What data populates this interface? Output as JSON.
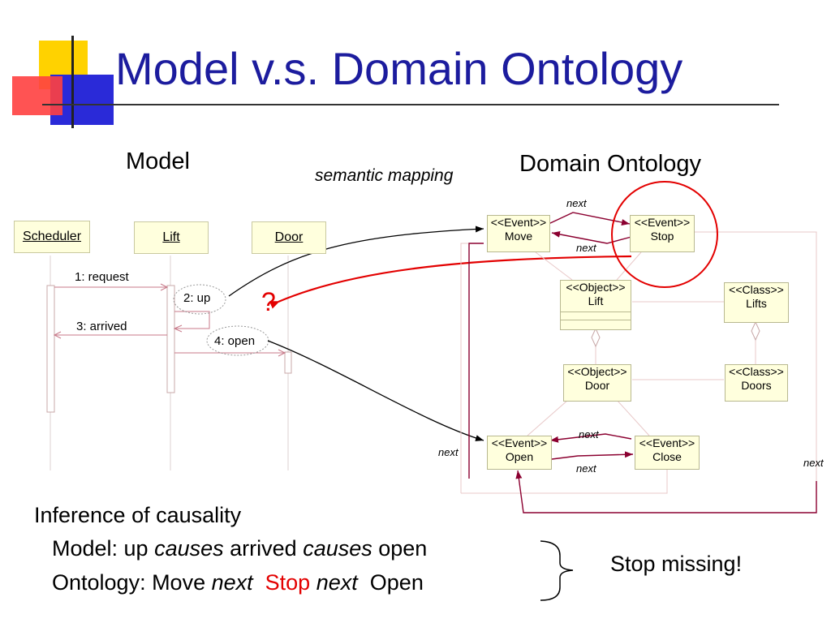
{
  "slide": {
    "title": "Model v.s. Domain Ontology",
    "model_heading": "Model",
    "ontology_heading": "Domain Ontology",
    "mapping_label": "semantic mapping",
    "question_mark": "?"
  },
  "sequence": {
    "lifelines": [
      "Scheduler",
      "Lift",
      "Door"
    ],
    "messages": [
      "1: request",
      "2: up",
      "3: arrived",
      "4: open"
    ]
  },
  "ontology": {
    "move": {
      "stereotype": "<<Event>>",
      "name": "Move"
    },
    "stop": {
      "stereotype": "<<Event>>",
      "name": "Stop"
    },
    "lift": {
      "stereotype": "<<Object>>",
      "name": "Lift"
    },
    "lifts": {
      "stereotype": "<<Class>>",
      "name": "Lifts"
    },
    "door": {
      "stereotype": "<<Object>>",
      "name": "Door"
    },
    "doors": {
      "stereotype": "<<Class>>",
      "name": "Doors"
    },
    "open": {
      "stereotype": "<<Event>>",
      "name": "Open"
    },
    "close": {
      "stereotype": "<<Event>>",
      "name": "Close"
    },
    "next_label": "next"
  },
  "bottom": {
    "inference": "Inference of causality",
    "model_line": {
      "prefix": "Model: up ",
      "causes1": "causes",
      "mid": " arrived ",
      "causes2": "causes",
      "suffix": " open"
    },
    "ontology_line": {
      "prefix": "Ontology: Move ",
      "next1": "next",
      "stop": "Stop",
      "next2": "next",
      "suffix": "Open"
    },
    "conclusion": "Stop missing!"
  },
  "colors": {
    "title": "#1c1c9e",
    "highlight": "#e30000",
    "arrow": "#8b0030",
    "node_fill": "#ffffdd"
  }
}
